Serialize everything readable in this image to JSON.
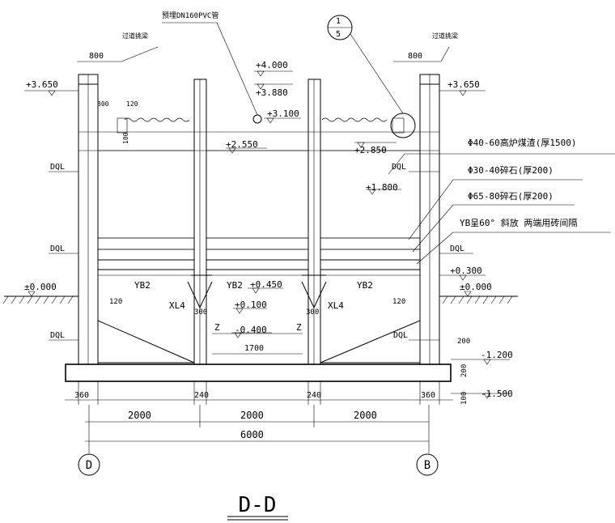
{
  "section_title": "D-D",
  "notes": {
    "pipe": "预埋DN160PVC管",
    "beam_left": "过道挑梁",
    "beam_right": "过道挑梁"
  },
  "detail_ref": {
    "top": "1",
    "bottom": "5"
  },
  "layers": {
    "slag": "Φ40-60高炉煤渣(厚1500)",
    "gravel1": "Φ30-40碎石(厚200)",
    "gravel2": "Φ65-80碎石(厚200)",
    "yb": "YB呈60° 斜放 两端用砖间隔"
  },
  "elevations": {
    "top": "+4.000",
    "e3880": "+3.880",
    "e3650_left": "+3.650",
    "e3650_right": "+3.650",
    "e3100": "+3.100",
    "e2850": "+2.850",
    "e2550": "+2.550",
    "e1800": "+1.800",
    "e0450": "+0.450",
    "e0300": "+0.300",
    "e0100": "+0.100",
    "e_minus0400": "-0.400",
    "gl_left": "±0.000",
    "gl_right": "±0.000",
    "e_minus1200": "-1.200",
    "e_minus1500": "-1.500"
  },
  "labels": {
    "dql_left_1": "DQL",
    "dql_left_2": "DQL",
    "dql_left_3": "DQL",
    "dql_right_1": "DQL",
    "dql_right_2": "DQL",
    "dql_right_3": "DQL",
    "yb2_left": "YB2",
    "yb2_mid": "YB2",
    "yb2_right": "YB2",
    "xl4_left": "XL4",
    "xl4_right": "XL4",
    "z_left": "Z",
    "z_right": "Z"
  },
  "dims": {
    "d800_left": "800",
    "d800_right": "800",
    "d300": "300",
    "d120_top": "120",
    "d100": "100",
    "d120_left": "120",
    "d120_right": "120",
    "d300_left": "300",
    "d300_right": "300",
    "d1700": "1700",
    "d200_right": "200",
    "d200_right2": "200",
    "d100_right": "100",
    "d360_left": "360",
    "d240_left": "240",
    "d240_right": "240",
    "d360_right": "360",
    "d2000_a": "2000",
    "d2000_b": "2000",
    "d2000_c": "2000",
    "d6000": "6000"
  },
  "axes": {
    "left": "D",
    "right": "B"
  }
}
